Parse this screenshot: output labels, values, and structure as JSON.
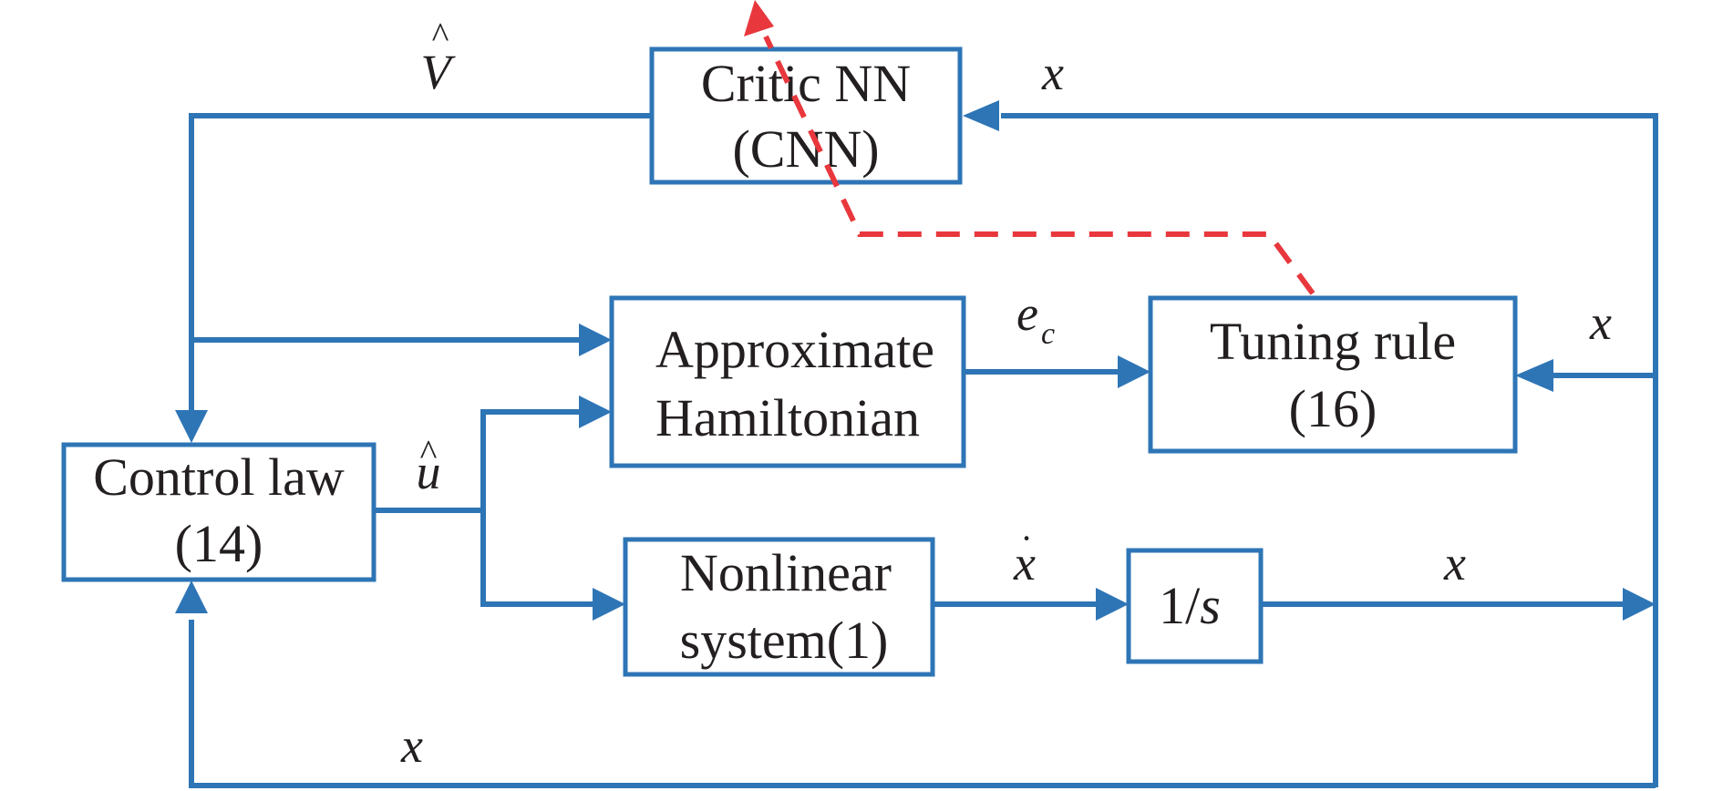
{
  "blocks": {
    "critic": {
      "line1": "Critic NN",
      "line2": "(CNN)"
    },
    "hamiltonian": {
      "line1": "Approximate",
      "line2": "Hamiltonian"
    },
    "tuning": {
      "line1": "Tuning rule",
      "line2": "(16)"
    },
    "control": {
      "line1": "Control law",
      "line2": "(14)"
    },
    "plant": {
      "line1": "Nonlinear",
      "line2": "system(1)"
    },
    "integrator": {
      "one": "1/",
      "s": "s"
    }
  },
  "signals": {
    "v_hat": "V",
    "v_hat_accent": "^",
    "u_hat": "u",
    "u_hat_accent": "^",
    "e": "e",
    "e_sub": "c",
    "x_dot": "x",
    "x_dot_accent": "·",
    "x": "x"
  },
  "colors": {
    "wire": "#2e75b6",
    "update_path": "#e8383d",
    "text": "#231f20"
  }
}
